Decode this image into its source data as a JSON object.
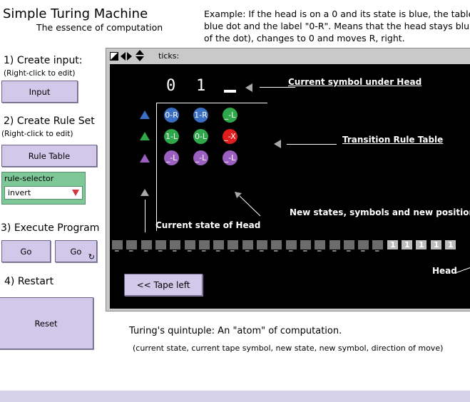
{
  "header": {
    "title": "Simple Turing Machine",
    "subtitle": "The essence of computation",
    "example_lines": [
      "Example: If the head is on a 0 and its state is blue, the table",
      "blue dot and the label  \"0-R\". Means that the head stays blu",
      "of the dot), changes to 0 and moves R, right."
    ]
  },
  "sidebar": {
    "step1": "1) Create input:",
    "hint1": "(Right-click to edit)",
    "input_button": "Input",
    "step2": "2) Create Rule Set",
    "hint2": "(Right-click to edit)",
    "rule_table_button": "Rule Table",
    "chooser_label": "rule-selector",
    "chooser_value": "invert",
    "step3": "3) Execute Program",
    "go_once_button": "Go",
    "go_forever_button": "Go",
    "step4": "4) Restart",
    "reset_button": "Reset"
  },
  "view": {
    "ticks_label": "ticks:",
    "top_symbols": [
      "0",
      "1",
      "_"
    ],
    "labels": {
      "current_symbol": "Current symbol under Head",
      "transition_table": "Transition Rule Table",
      "current_state": "Current state of Head",
      "new_states": "New states, symbols and new position of He",
      "head": "Head"
    },
    "rule_rows": [
      {
        "state_color": "#3a6fc4",
        "cells": [
          {
            "label": "0-R",
            "color": "#3a6fc4"
          },
          {
            "label": "1-R",
            "color": "#3a6fc4"
          },
          {
            "label": "_-L",
            "color": "#2ea84a"
          }
        ]
      },
      {
        "state_color": "#2ea84a",
        "cells": [
          {
            "label": "1-L",
            "color": "#2ea84a"
          },
          {
            "label": "0-L",
            "color": "#2ea84a"
          },
          {
            "label": "_-X",
            "color": "#e01c1c"
          }
        ]
      },
      {
        "state_color": "#9a5fc0",
        "cells": [
          {
            "label": "_-L",
            "color": "#9a5fc0"
          },
          {
            "label": "_-L",
            "color": "#9a5fc0"
          },
          {
            "label": "_-L",
            "color": "#9a5fc0"
          }
        ]
      }
    ],
    "tape_cells": [
      "_",
      "_",
      "_",
      "_",
      "_",
      "_",
      "_",
      "_",
      "_",
      "_",
      "_",
      "_",
      "_",
      "_",
      "_",
      "_",
      "_",
      "_",
      "_",
      "1",
      "1",
      "1",
      "1",
      "1"
    ],
    "tape_left_button": "<<  Tape left"
  },
  "footer": {
    "quintuple": "Turing's quintuple: An \"atom\" of computation.",
    "quintuple_detail": "(current state, current tape symbol, new state, new symbol, direction of move)"
  }
}
